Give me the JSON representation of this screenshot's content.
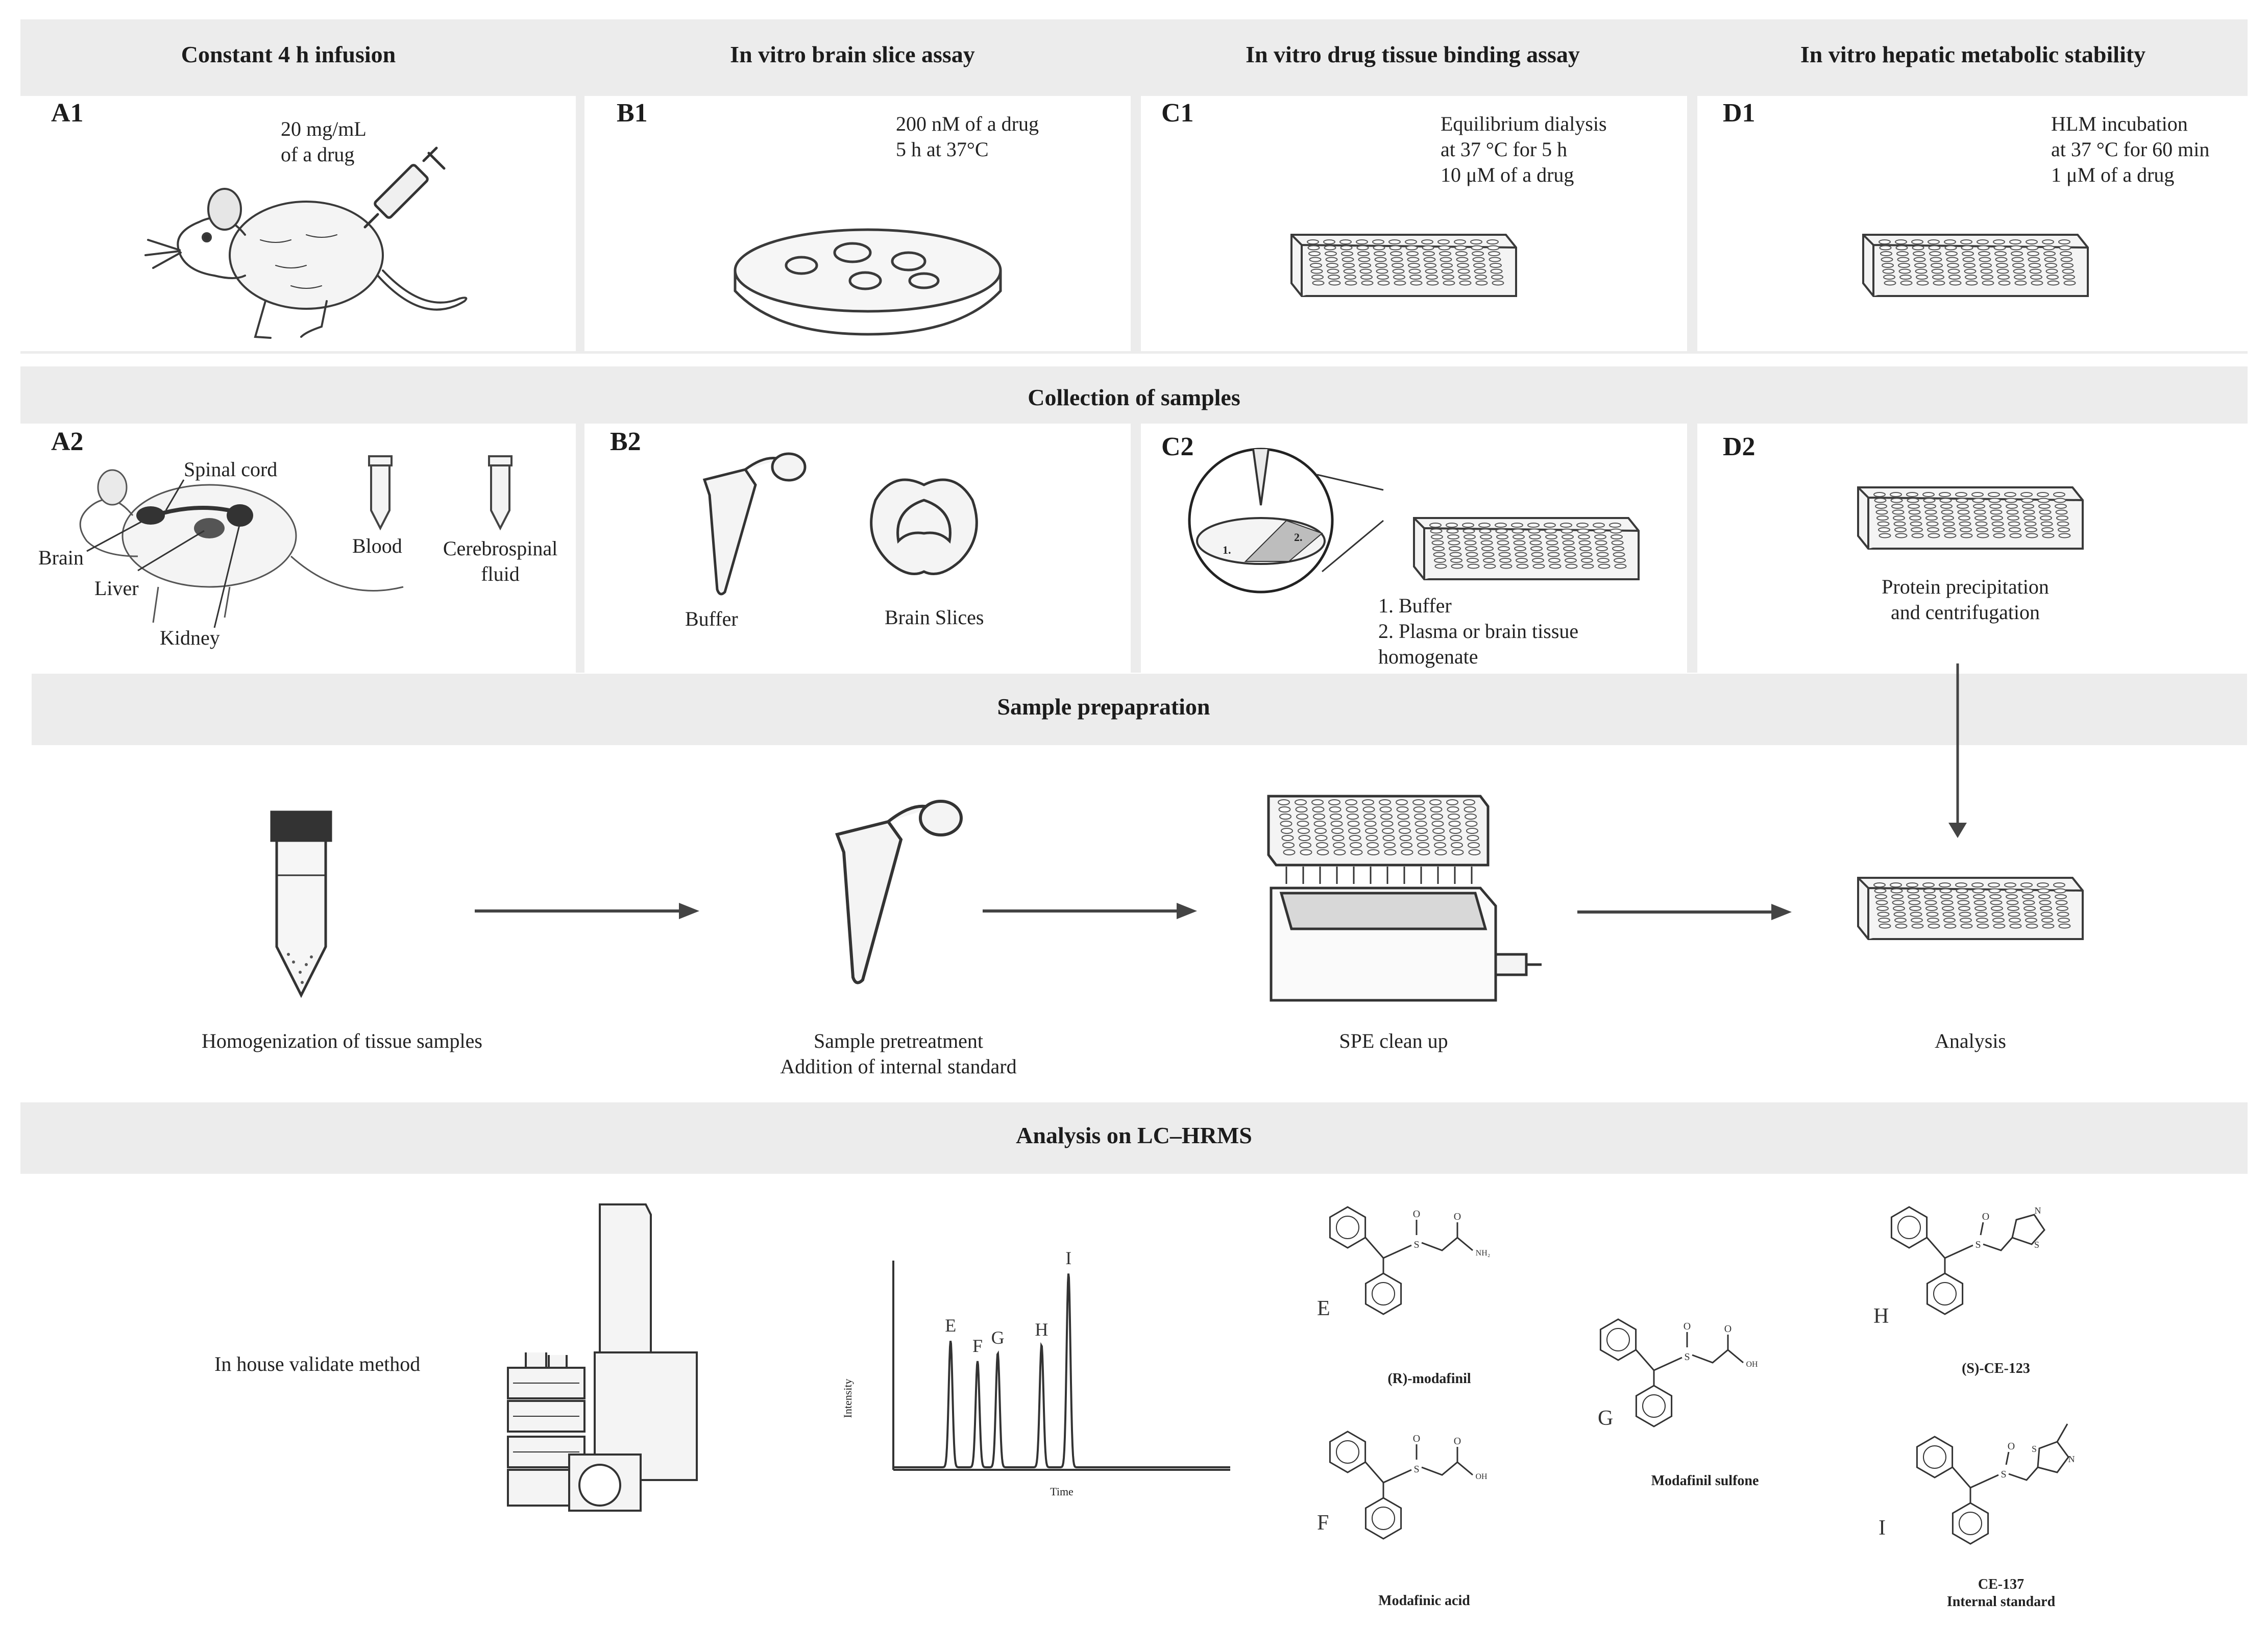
{
  "sections": {
    "top": [
      "Constant 4 h infusion",
      "In vitro brain slice assay",
      "In vitro drug tissue binding assay",
      "In vitro hepatic metabolic stability"
    ],
    "collection": "Collection of samples",
    "prep": "Sample prepapration",
    "analysis": "Analysis on LC–HRMS"
  },
  "panel_labels": {
    "a1": "A1",
    "b1": "B1",
    "c1": "C1",
    "d1": "D1",
    "a2": "A2",
    "b2": "B2",
    "c2": "C2",
    "d2": "D2"
  },
  "a1": {
    "dose": [
      "20 mg/mL",
      "of a drug"
    ]
  },
  "b1": {
    "conditions": [
      "200 nM of a drug",
      "5 h at 37°C"
    ]
  },
  "c1": {
    "conditions": [
      "Equilibrium dialysis",
      "at 37 °C for 5 h",
      "10 μM of a drug"
    ]
  },
  "d1": {
    "conditions": [
      "HLM incubation",
      "at 37 °C for 60 min",
      "1 μM of a drug"
    ]
  },
  "a2": {
    "spinal_cord": "Spinal cord",
    "brain": "Brain",
    "liver": "Liver",
    "kidney": "Kidney",
    "blood": "Blood",
    "csf": [
      "Cerebrospinal",
      "fluid"
    ]
  },
  "b2": {
    "buffer": "Buffer",
    "slices": "Brain Slices"
  },
  "c2": {
    "insert_1": "1.",
    "insert_2": "2.",
    "legend": [
      "1. Buffer",
      "2. Plasma or brain tissue",
      "homogenate"
    ]
  },
  "d2": {
    "step": [
      "Protein precipitation",
      "and centrifugation"
    ]
  },
  "prep_steps": {
    "homogenization": "Homogenization of tissue samples",
    "pretreatment": [
      "Sample pretreatment",
      "Addition of internal standard"
    ],
    "spe": "SPE clean up",
    "analysis": "Analysis"
  },
  "analysis": {
    "method": "In house validate method",
    "chromatogram": {
      "ylabel": "Intensity",
      "xlabel": "Time",
      "peaks": [
        {
          "label": "E",
          "x": 0.17,
          "h": 0.62
        },
        {
          "label": "F",
          "x": 0.25,
          "h": 0.52
        },
        {
          "label": "G",
          "x": 0.31,
          "h": 0.56
        },
        {
          "label": "H",
          "x": 0.44,
          "h": 0.6
        },
        {
          "label": "I",
          "x": 0.52,
          "h": 0.95
        }
      ]
    },
    "compounds": [
      {
        "letter": "E",
        "name": "(R)-modafinil",
        "group_label": "NH₂"
      },
      {
        "letter": "F",
        "name": "Modafinic acid",
        "group_label": "OH"
      },
      {
        "letter": "G",
        "name": "Modafinil sulfone",
        "group_label": "OH"
      },
      {
        "letter": "H",
        "name": "(S)-CE-123",
        "ring_n": "N",
        "ring_s": "S"
      },
      {
        "letter": "I",
        "name": [
          "CE-137",
          "Internal standard"
        ],
        "ring_n": "N",
        "ring_s": "S"
      }
    ],
    "atom_s": "S",
    "atom_o": "O"
  },
  "colors": {
    "band": "#ececec",
    "ink": "#3a3a3a",
    "arrow": "#444444"
  }
}
